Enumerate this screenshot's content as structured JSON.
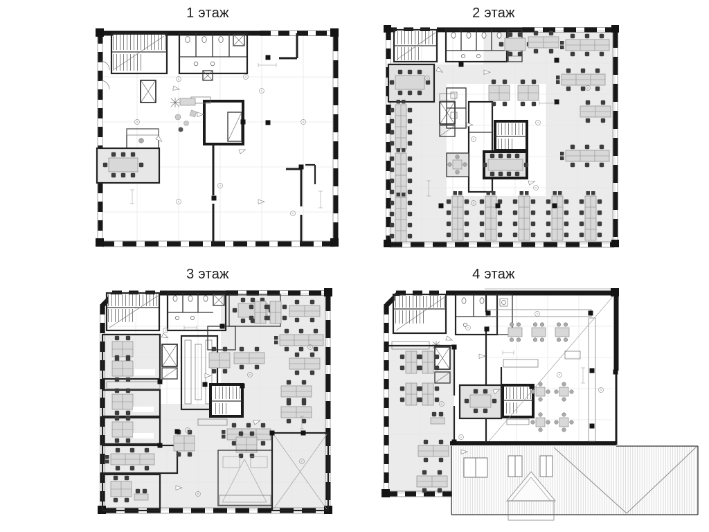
{
  "figure": {
    "kind": "building-floor-plans",
    "floors": [
      {
        "label": "1 этаж"
      },
      {
        "label": "2 этаж"
      },
      {
        "label": "3 этаж"
      },
      {
        "label": "4 этаж"
      }
    ]
  },
  "colors": {
    "background": "#ffffff",
    "wall": "#181818",
    "zone_fill": "#ebebeb",
    "room_fill": "#e2e2e2",
    "furniture_fill": "#d8d8d8",
    "chair_fill": "#3d3d3d",
    "grid_line": "#e6e6e6",
    "thin_line": "#6f6f6f",
    "title_text": "#1d1d1d"
  }
}
